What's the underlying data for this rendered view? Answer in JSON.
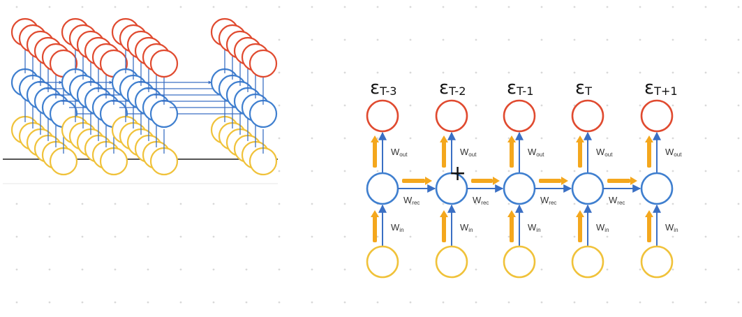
{
  "colors": {
    "output": "#e04a2f",
    "hidden": "#3f7fcf",
    "input": "#f0c23a",
    "arrow_blue": "#3a6fc4",
    "arrow_orange": "#f4a71d",
    "ground": "#555555",
    "dot": "#d9d9d9"
  },
  "unrolled": {
    "steps": [
      {
        "error": "ε",
        "error_sub": "T-3",
        "w_out": "W",
        "w_out_sub": "out",
        "w_rec": "W",
        "w_rec_sub": "rec",
        "w_in": "W",
        "w_in_sub": "in"
      },
      {
        "error": "ε",
        "error_sub": "T-2",
        "w_out": "W",
        "w_out_sub": "out",
        "w_rec": "W",
        "w_rec_sub": "rec",
        "w_in": "W",
        "w_in_sub": "in"
      },
      {
        "error": "ε",
        "error_sub": "T-1",
        "w_out": "W",
        "w_out_sub": "out",
        "w_rec": "W",
        "w_rec_sub": "rec",
        "w_in": "W",
        "w_in_sub": "in"
      },
      {
        "error": "ε",
        "error_sub": "T",
        "w_out": "W",
        "w_out_sub": "out",
        "w_rec": "W",
        "w_rec_sub": "rec",
        "w_in": "W",
        "w_in_sub": "in"
      },
      {
        "error": "ε",
        "error_sub": "T+1",
        "w_out": "W",
        "w_out_sub": "out",
        "w_rec": "",
        "w_rec_sub": "",
        "w_in": "W",
        "w_in_sub": "in"
      }
    ],
    "cursor": "+"
  },
  "stack": {
    "groups": 4
  }
}
